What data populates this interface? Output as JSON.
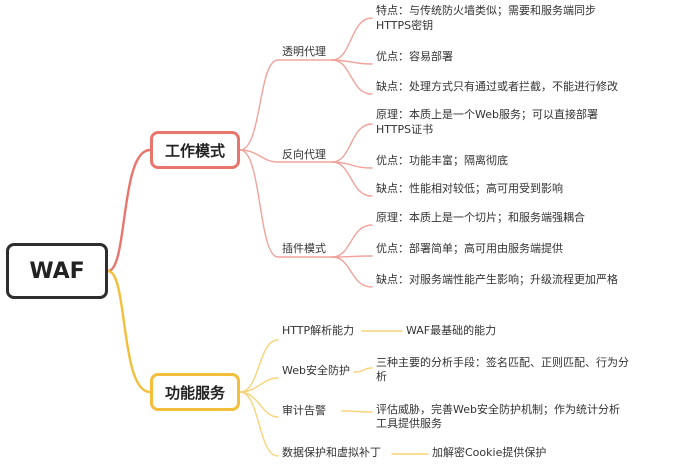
{
  "root": "WAF",
  "colors": {
    "root": "#2e2e2e",
    "mode": "#e8766c",
    "func": "#f3be3a"
  },
  "mode": {
    "label": "工作模式",
    "transparent": {
      "label": "透明代理",
      "feature_lines": [
        "特点：与传统防火墙类似；需要和服务端同步",
        "HTTPS密钥"
      ],
      "pro": "优点：容易部署",
      "con": "缺点：处理方式只有通过或者拦截，不能进行修改"
    },
    "reverse": {
      "label": "反向代理",
      "principle_lines": [
        "原理：本质上是一个Web服务；可以直接部署",
        "HTTPS证书"
      ],
      "pro": "优点：功能丰富；隔离彻底",
      "con": "缺点：性能相对较低；高可用受到影响"
    },
    "plugin": {
      "label": "插件模式",
      "principle": "原理：本质上是一个切片；和服务端强耦合",
      "pro": "优点：部署简单；高可用由服务端提供",
      "con": "缺点：对服务端性能产生影响；升级流程更加严格"
    }
  },
  "func": {
    "label": "功能服务",
    "http": {
      "label": "HTTP解析能力",
      "detail": "WAF最基础的能力"
    },
    "web": {
      "label": "Web安全防护",
      "detail": "三种主要的分析手段：签名匹配、正则匹配、行为分析"
    },
    "audit": {
      "label": "审计告警",
      "detail": "评估威胁，完善Web安全防护机制；作为统计分析工具提供服务"
    },
    "data": {
      "label": "数据保护和虚拟补丁",
      "detail": "加解密Cookie提供保护"
    }
  }
}
